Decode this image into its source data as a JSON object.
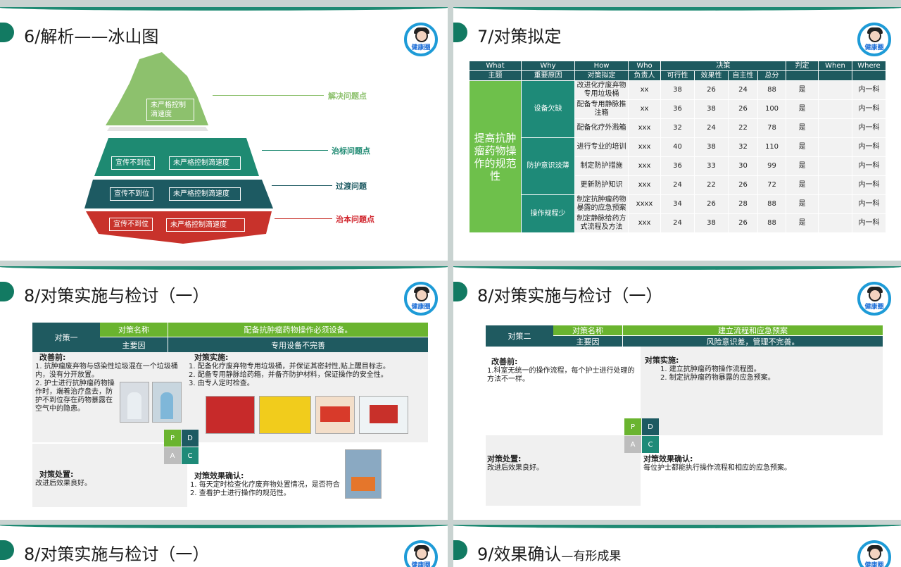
{
  "logo_text": "健康圈",
  "s1": {
    "title": "6/解析——冰山图",
    "top_box": "未严格控制\n滴速度",
    "box_left": "宣传不到位",
    "box_right": "未严格控制滴速度",
    "labels": [
      "解决问题点",
      "治标问题点",
      "过渡问题",
      "治本问题点"
    ],
    "colors": {
      "green": "#8dc16d",
      "teal": "#1e8a72",
      "dark": "#1d5a62",
      "red": "#c8322b"
    }
  },
  "s2": {
    "title": "7/对策拟定",
    "head1": [
      "What",
      "Why",
      "How",
      "Who",
      "决策",
      "判定",
      "When",
      "Where"
    ],
    "head2": [
      "主题",
      "重要原因",
      "对策拟定",
      "负责人",
      "可行性",
      "效果性",
      "自主性",
      "总分"
    ],
    "theme": "提高抗肿瘤药物操作的规范性",
    "causes": [
      "设备欠缺",
      "防护意识淡薄",
      "操作规程少"
    ],
    "rows": [
      [
        "改进化疗废弃物专用垃圾桶",
        "xx",
        "38",
        "26",
        "24",
        "88",
        "是",
        "内一科"
      ],
      [
        "配备专用静脉推注箱",
        "xx",
        "36",
        "38",
        "26",
        "100",
        "是",
        "内一科"
      ],
      [
        "配备化疗外溅箱",
        "xxx",
        "32",
        "24",
        "22",
        "78",
        "是",
        "内一科"
      ],
      [
        "进行专业的培训",
        "xxx",
        "40",
        "38",
        "32",
        "110",
        "是",
        "内一科"
      ],
      [
        "制定防护措施",
        "xxx",
        "36",
        "33",
        "30",
        "99",
        "是",
        "内一科"
      ],
      [
        "更新防护知识",
        "xxx",
        "24",
        "22",
        "26",
        "72",
        "是",
        "内一科"
      ],
      [
        "制定抗肿瘤药物暴露的应急预案",
        "xxxx",
        "34",
        "26",
        "28",
        "88",
        "是",
        "内一科"
      ],
      [
        "制定静脉给药方式流程及方法",
        "xxx",
        "24",
        "38",
        "26",
        "88",
        "是",
        "内一科"
      ]
    ]
  },
  "s3": {
    "title": "8/对策实施与检讨（一）",
    "measure": "对策一",
    "name_label": "对策名称",
    "name": "配备抗肿瘤药物操作必须设备。",
    "cause_label": "主要因",
    "cause": "专用设备不完善",
    "before_h": "改善前:",
    "before": [
      "1. 抗肿瘤废弃物与感染性垃圾混在一个垃圾桶内，没有分开放置。",
      "2. 护士进行抗肿瘤药物操作时，端着治疗盘去，防护不到位存在药物暴露在空气中的隐患。"
    ],
    "impl_h": "对策实施:",
    "impl": [
      "1. 配备化疗废弃物专用垃圾桶，并保证其密封性,贴上醒目标志。",
      "2. 配备专用静脉给药箱，并备齐防护材料，保证操作的安全性。",
      "3. 由专人定时检查。"
    ],
    "handle_h": "对策处置:",
    "handle": "改进后效果良好。",
    "confirm_h": "对策效果确认:",
    "confirm": [
      "1.   每天定时检查化疗废弃物处置情况，是否符合",
      "2.   查看护士进行操作的规范性。"
    ],
    "pdca": [
      "P",
      "D",
      "A",
      "C"
    ]
  },
  "s4": {
    "title": "8/对策实施与检讨（一）",
    "measure": "对策二",
    "name_label": "对策名称",
    "name": "建立流程和应急预案",
    "cause_label": "主要因",
    "cause": "风险意识差，管理不完善。",
    "before_h": "改善前:",
    "before": "1.科室无统一的操作流程，每个护士进行处理的方法不一样。",
    "impl_h": "对策实施:",
    "impl": [
      "1.   建立抗肿瘤药物操作流程图。",
      "2.   制定抗肿瘤药物暴露的应急预案。"
    ],
    "handle_h": "对策处置:",
    "handle": "改进后效果良好。",
    "confirm_h": "对策效果确认:",
    "confirm": "每位护士都能执行操作流程和相应的应急预案。",
    "pdca": [
      "P",
      "D",
      "A",
      "C"
    ]
  },
  "s5": {
    "title": "8/对策实施与检讨（一）"
  },
  "s6": {
    "title": "9/效果确认",
    "title_sub": "—有形成果"
  }
}
